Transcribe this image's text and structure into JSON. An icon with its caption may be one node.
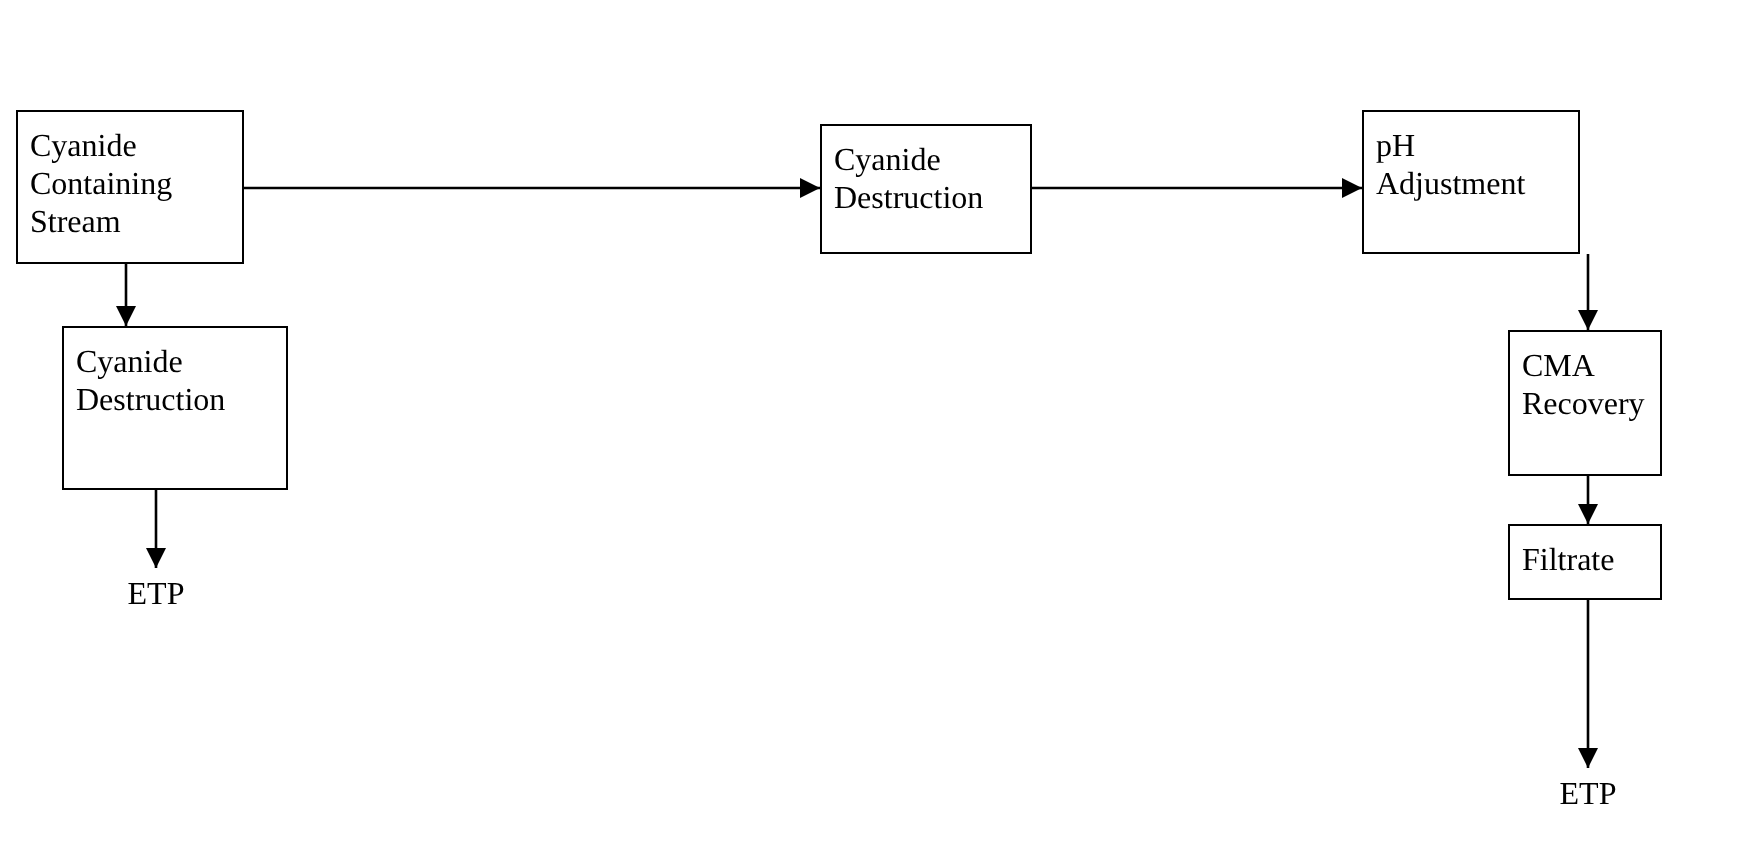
{
  "diagram": {
    "nodes": [
      {
        "text": [
          "Cyanide Containing Stream"
        ]
      },
      {
        "text": [
          "Cyanide Destruction"
        ]
      },
      {
        "text": [
          "ETP"
        ]
      },
      {
        "text": [
          "Cyanide Destruction"
        ]
      },
      {
        "text": [
          "pH Adjustment"
        ]
      },
      {
        "text": [
          "CMA Recovery"
        ]
      },
      {
        "text": [
          "Filtrate"
        ]
      },
      {
        "text": [
          "ETP"
        ]
      }
    ],
    "edges": [
      {
        "from": 0,
        "to": 3,
        "arrow": "to"
      },
      {
        "from": 3,
        "to": 4,
        "arrow": "to"
      },
      {
        "from": 0,
        "to": 1,
        "arrow": "to"
      },
      {
        "from": 1,
        "to": 2,
        "arrow": "to"
      },
      {
        "from": 4,
        "to": 5,
        "arrow": "to"
      },
      {
        "from": 5,
        "to": 6,
        "arrow": "to"
      },
      {
        "from": 6,
        "to": 7,
        "arrow": "to"
      }
    ]
  }
}
